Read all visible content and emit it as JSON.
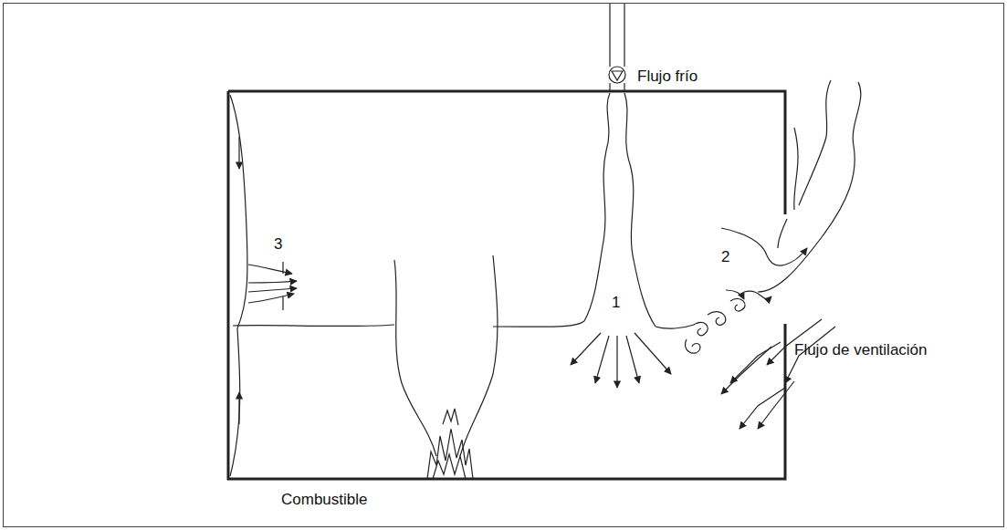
{
  "diagram": {
    "labels": [
      "Flujo frío",
      "3",
      "2",
      "1",
      "Flujo de ventilación",
      "Combustible"
    ]
  }
}
